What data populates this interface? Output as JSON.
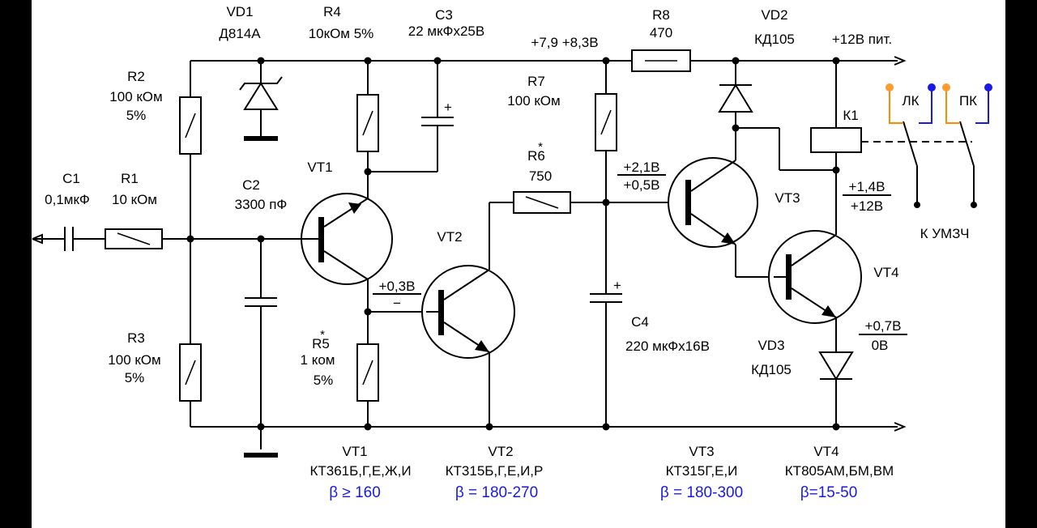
{
  "labels": {
    "vd1": "VD1",
    "vd1_type": "Д814А",
    "r4": "R4",
    "r4_val": "10кОм 5%",
    "c3": "С3",
    "c3_val": "22 мкФх25В",
    "rail_voltage": "+7,9 +8,3В",
    "r8": "R8",
    "r8_val": "470",
    "vd2": "VD2",
    "vd2_type": "КД105",
    "supply": "+12В пит.",
    "r2": "R2",
    "r2_val": "100 кОм",
    "r2_tol": "5%",
    "r7": "R7",
    "r7_val": "100 кОм",
    "k1": "К1",
    "lk": "ЛК",
    "pk": "ПК",
    "r6": "R6",
    "r6_star": "*",
    "r6_val": "750",
    "vt1": "VT1",
    "c1": "С1",
    "c1_val": "0,1мкФ",
    "r1": "R1",
    "r1_val": "10 кОм",
    "c2": "С2",
    "c2_val": "3300 пФ",
    "v_vt3_top": "+2,1В",
    "v_vt3_bottom": "+0,5В",
    "vt3": "VT3",
    "v_vt4_top": "+1,4В",
    "v_vt4_bottom": "+12В",
    "to_amp": "К УМЗЧ",
    "vt2": "VT2",
    "v_vt2": "+0,3В",
    "v_vt2_minus": "−",
    "vt4": "VT4",
    "r3": "R3",
    "r3_val": "100 кОм",
    "r3_tol": "5%",
    "r5": "R5",
    "r5_star": "*",
    "r5_val": "1 ком",
    "r5_tol": "5%",
    "c4": "С4",
    "c4_val": "220 мкФх16В",
    "v_vd3_top": "+0,7В",
    "v_vd3_bottom": "0В",
    "vd3": "VD3",
    "vd3_type": "КД105",
    "c3_plus": "+",
    "c4_plus": "+"
  },
  "legend": {
    "vt1_name": "VT1",
    "vt1_type": "КТ361Б,Г,Е,Ж,И",
    "vt1_beta": "β ≥ 160",
    "vt2_name": "VT2",
    "vt2_type": "КТ315Б,Г,Е,И,Р",
    "vt2_beta": "β = 180-270",
    "vt3_name": "VT3",
    "vt3_type": "КТ315Г,Е,И",
    "vt3_beta": "β = 180-300",
    "vt4_name": "VT4",
    "vt4_type": "КТ805АМ,БМ,ВМ",
    "vt4_beta": "β=15-50"
  },
  "colors": {
    "background": "#000000",
    "panel": "#ffffff",
    "ink": "#000000",
    "beta": "#1a1ae6",
    "relay_wire": "#ff8c00",
    "relay_dot_orange": "#ff9a2e",
    "relay_dot_blue": "#1a1ae6"
  }
}
